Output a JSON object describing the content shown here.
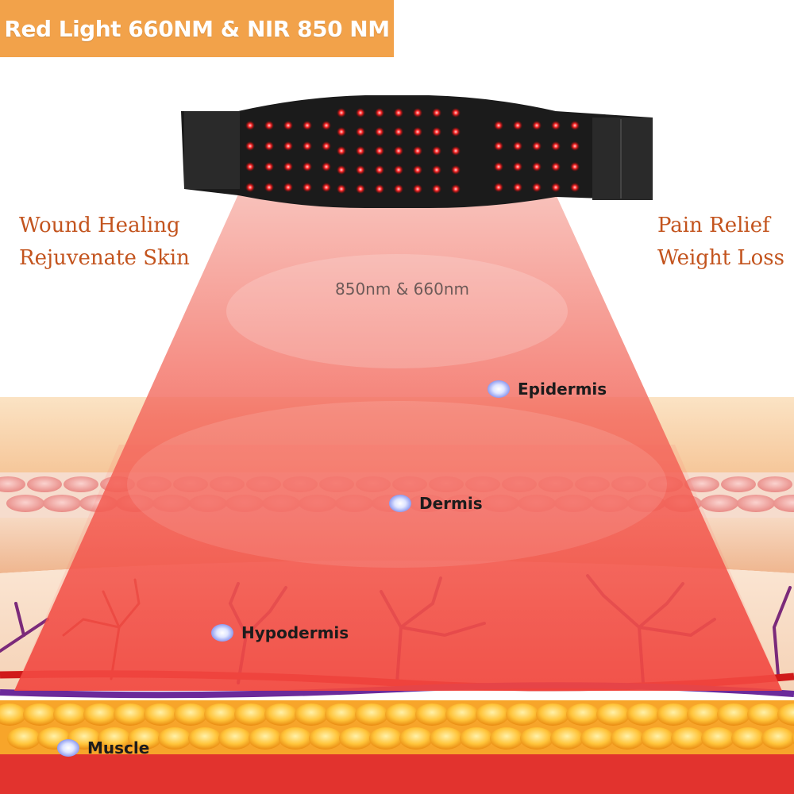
{
  "banner": {
    "title": "Red Light 660NM & NIR 850 NM"
  },
  "benefits_left": [
    "Wound Healing",
    "Rejuvenate Skin"
  ],
  "benefits_right": [
    "Pain Relief",
    "Weight Loss"
  ],
  "beam": {
    "label": "850nm & 660nm"
  },
  "layers": [
    "Epidermis",
    "Dermis",
    "Hypodermis",
    "Muscle"
  ],
  "colors": {
    "banner": "#f2a24a",
    "benefit_text": "#c3541e",
    "led": "#ff2a2a",
    "beam": "#f03a3a",
    "belt": "#1b1b1b"
  },
  "icons": {
    "layer_marker": "glowing-dot-icon"
  }
}
